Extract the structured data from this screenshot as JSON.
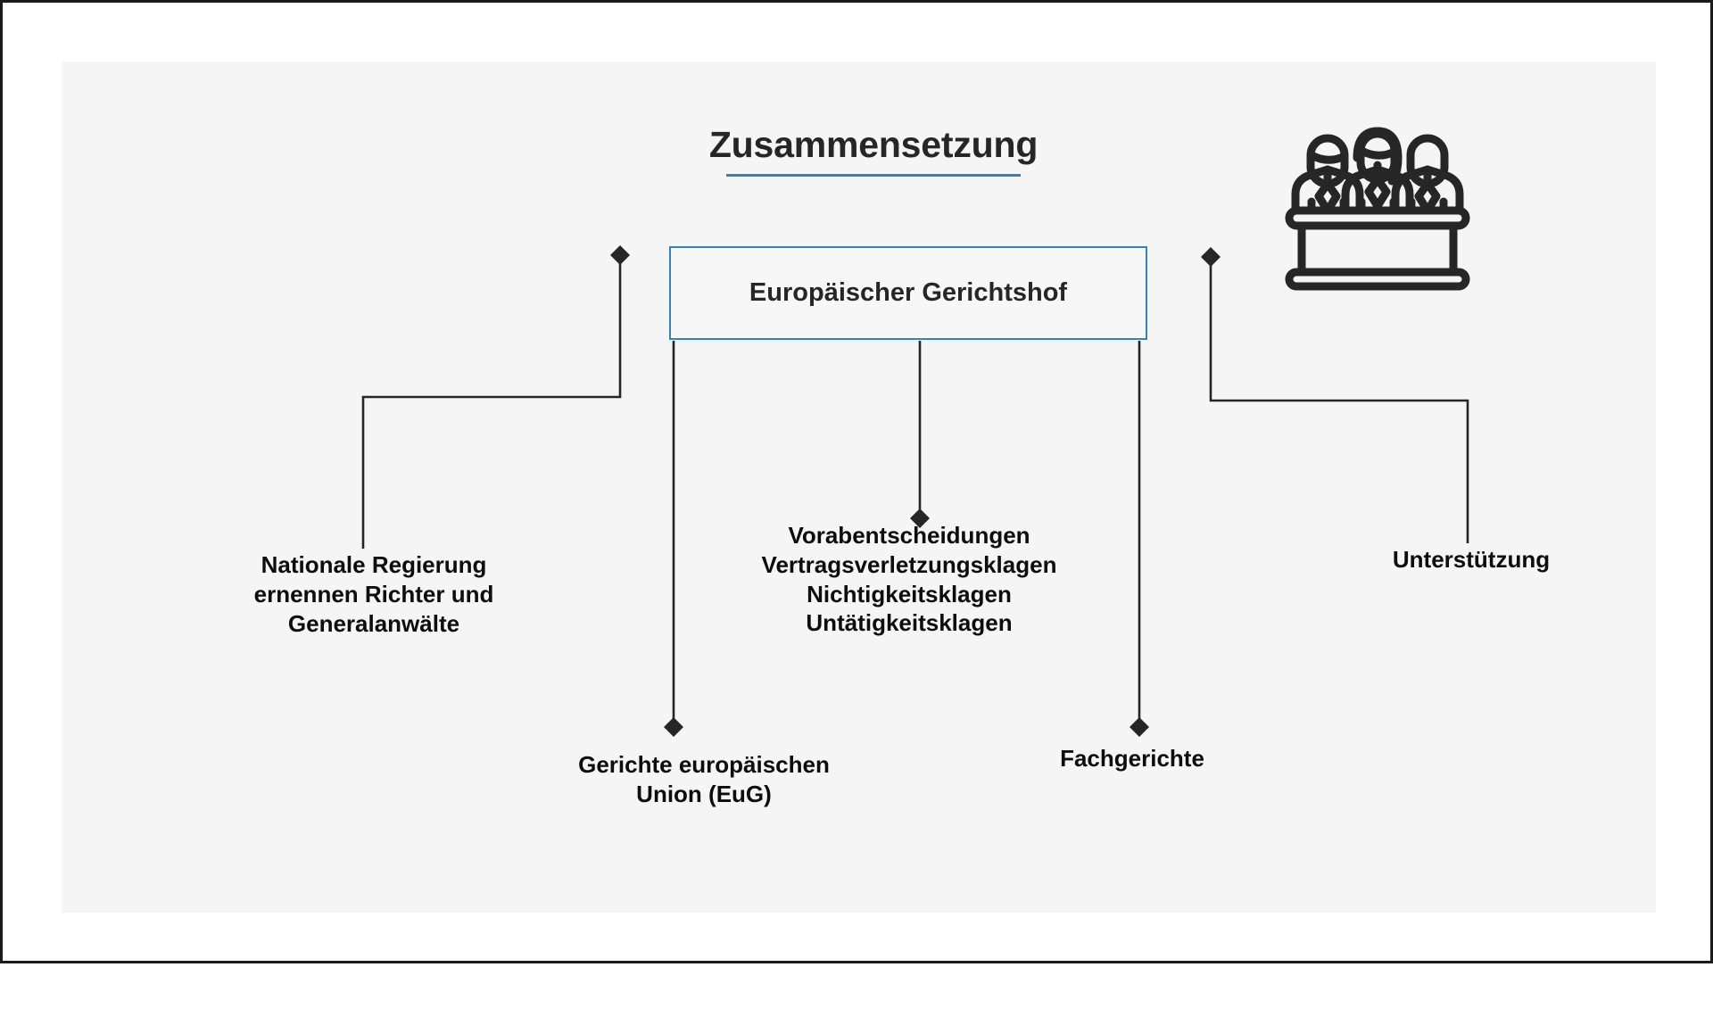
{
  "diagram": {
    "title": "Zusammensetzung",
    "accent_color": "#2e86bd",
    "text_color": "#0d0d0d",
    "line_color": "#262626",
    "panel_background": "#f5f5f5",
    "page_background": "#ffffff",
    "central_node": {
      "label": "Europäischer Gerichtshof"
    },
    "icon": {
      "name": "jury-panel-icon",
      "description": "three judges behind a bench"
    },
    "branches": [
      {
        "id": "national-government",
        "label_lines": [
          "Nationale Regierung",
          "ernennen Richter und",
          "Generalanwälte"
        ],
        "connector": "elbow-left"
      },
      {
        "id": "general-court",
        "label_lines": [
          "Gerichte europäischen",
          "Union (EuG)"
        ],
        "connector": "straight-down"
      },
      {
        "id": "procedures",
        "label_lines": [
          "Vorabentscheidungen",
          "Vertragsverletzungsklagen",
          "Nichtigkeitsklagen",
          "Untätigkeitsklagen"
        ],
        "connector": "straight-down"
      },
      {
        "id": "specialised-courts",
        "label_lines": [
          "Fachgerichte"
        ],
        "connector": "straight-down"
      },
      {
        "id": "support",
        "label_lines": [
          "Unterstützung"
        ],
        "connector": "elbow-right"
      }
    ]
  }
}
